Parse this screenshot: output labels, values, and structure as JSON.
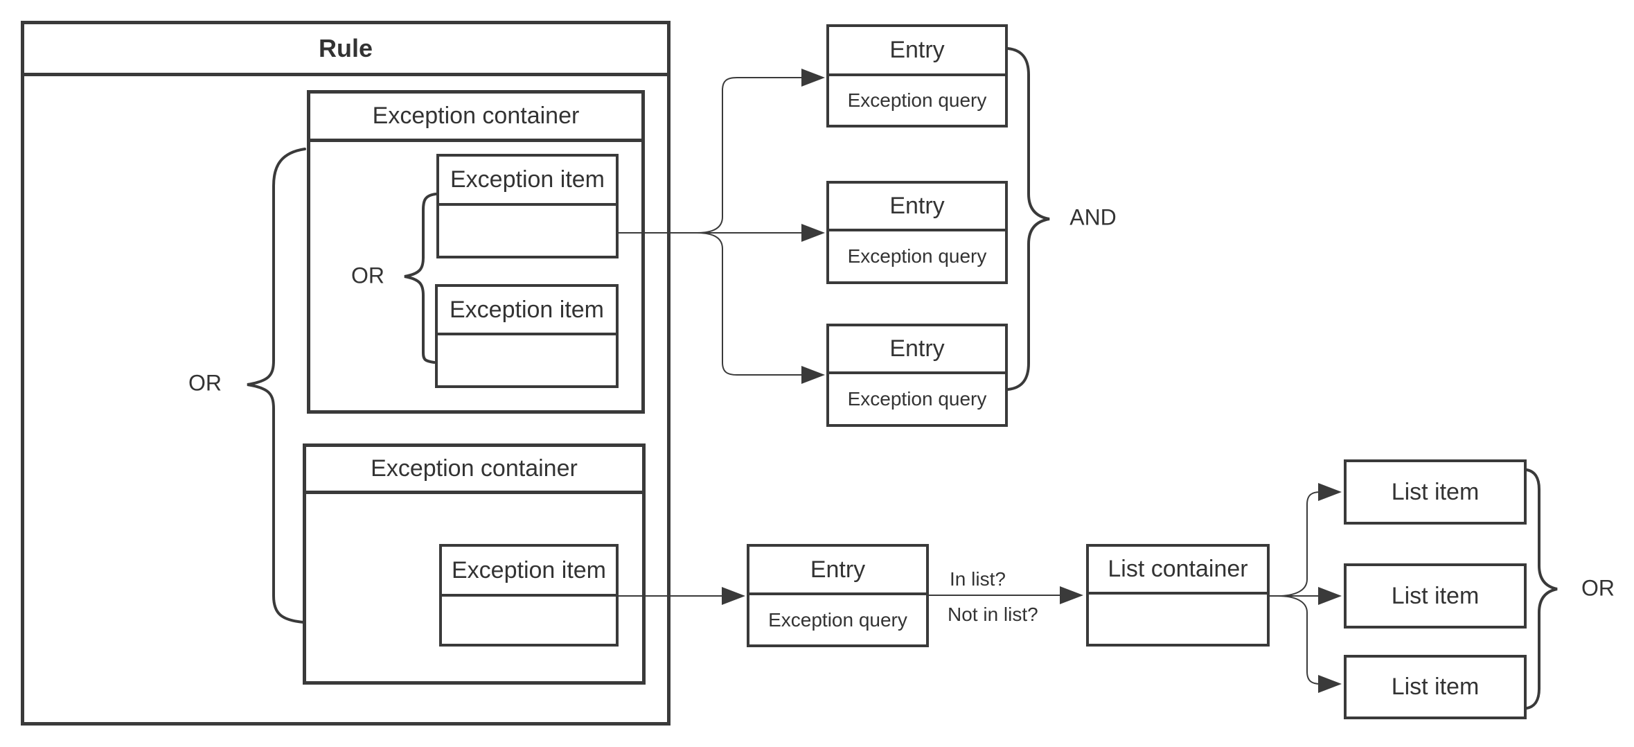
{
  "colors": {
    "stroke": "#3a3a3a",
    "text": "#333333",
    "background": "#ffffff"
  },
  "rule": {
    "title": "Rule"
  },
  "exception_containers": [
    {
      "title": "Exception container"
    },
    {
      "title": "Exception container"
    }
  ],
  "exception_items": [
    {
      "title": "Exception item"
    },
    {
      "title": "Exception item"
    },
    {
      "title": "Exception item"
    }
  ],
  "entries": [
    {
      "title": "Entry",
      "query": "Exception query"
    },
    {
      "title": "Entry",
      "query": "Exception query"
    },
    {
      "title": "Entry",
      "query": "Exception query"
    },
    {
      "title": "Entry",
      "query": "Exception query"
    }
  ],
  "list_container": {
    "title": "List container"
  },
  "list_items": [
    {
      "title": "List item"
    },
    {
      "title": "List item"
    },
    {
      "title": "List item"
    }
  ],
  "labels": {
    "or_rule": "OR",
    "or_items": "OR",
    "and_entries": "AND",
    "or_list_items": "OR",
    "in_list": "In list?",
    "not_in_list": "Not in list?"
  }
}
